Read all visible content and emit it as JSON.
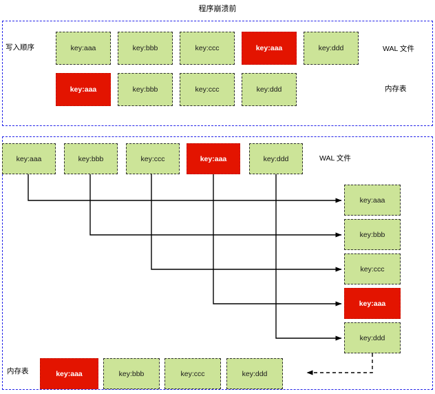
{
  "diagram": {
    "title": "程序崩溃前",
    "accent_panel_color": "#2020e8",
    "box_green": "#cce498",
    "box_red": "#e31400",
    "wire_color": "#000000"
  },
  "panel_before_crash": {
    "name": "before-crash-panel",
    "left_label": "写入顺序",
    "wal_label": "WAL 文件",
    "memtable_label": "内存表",
    "wal_row": [
      {
        "text": "key:aaa",
        "state": "green"
      },
      {
        "text": "key:bbb",
        "state": "green"
      },
      {
        "text": "key:ccc",
        "state": "green"
      },
      {
        "text": "key:aaa",
        "state": "red"
      },
      {
        "text": "key:ddd",
        "state": "green"
      }
    ],
    "memtable_row": [
      {
        "text": "key:aaa",
        "state": "red"
      },
      {
        "text": "key:bbb",
        "state": "green"
      },
      {
        "text": "key:ccc",
        "state": "green"
      },
      {
        "text": "key:ddd",
        "state": "green"
      }
    ]
  },
  "panel_replay": {
    "name": "replay-panel",
    "wal_label": "WAL 文件",
    "memtable_label": "内存表",
    "wal_row": [
      {
        "text": "key:aaa",
        "state": "green"
      },
      {
        "text": "key:bbb",
        "state": "green"
      },
      {
        "text": "key:ccc",
        "state": "green"
      },
      {
        "text": "key:aaa",
        "state": "red"
      },
      {
        "text": "key:ddd",
        "state": "green"
      }
    ],
    "replay_column": [
      {
        "text": "key:aaa",
        "state": "green"
      },
      {
        "text": "key:bbb",
        "state": "green"
      },
      {
        "text": "key:ccc",
        "state": "green"
      },
      {
        "text": "key:aaa",
        "state": "red"
      },
      {
        "text": "key:ddd",
        "state": "green"
      }
    ],
    "memtable_row": [
      {
        "text": "key:aaa",
        "state": "red"
      },
      {
        "text": "key:bbb",
        "state": "green"
      },
      {
        "text": "key:ccc",
        "state": "green"
      },
      {
        "text": "key:ddd",
        "state": "green"
      }
    ]
  }
}
